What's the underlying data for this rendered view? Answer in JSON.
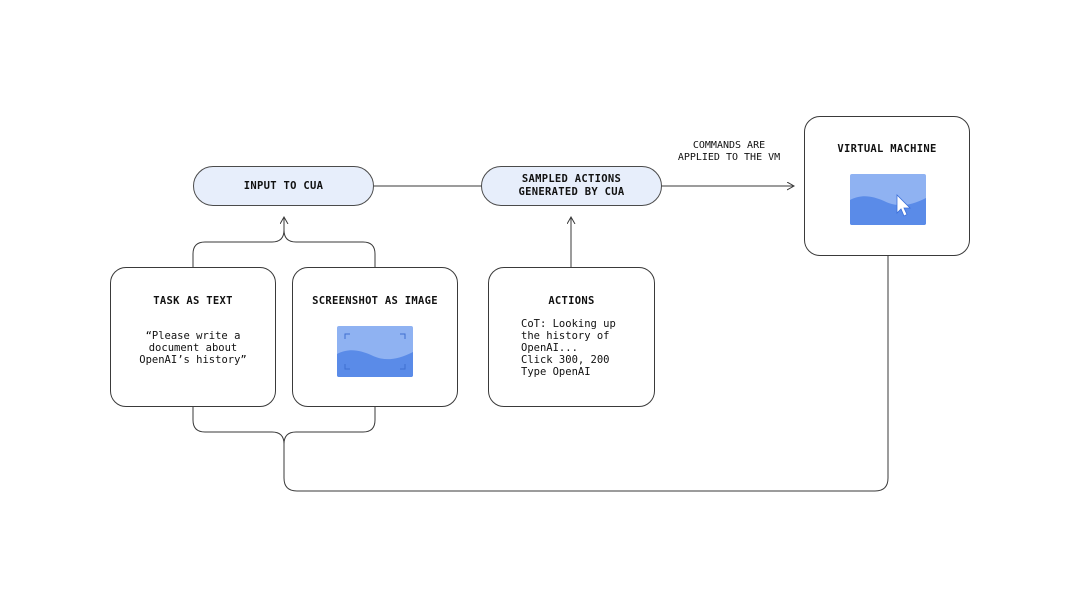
{
  "diagram": {
    "input_node": {
      "label": "INPUT TO CUA"
    },
    "actions_node": {
      "label": "SAMPLED ACTIONS\nGENERATED BY CUA"
    },
    "commands_label": "COMMANDS ARE\nAPPLIED TO THE VM",
    "virtual_machine": {
      "title": "VIRTUAL MACHINE",
      "image_icon": "screen-with-cursor-icon"
    },
    "task_box": {
      "title": "TASK AS TEXT",
      "text": "“Please write a\ndocument about\nOpenAI’s history”"
    },
    "screenshot_box": {
      "title": "SCREENSHOT AS IMAGE",
      "image_icon": "screenshot-image-icon"
    },
    "actions_box": {
      "title": "ACTIONS",
      "text": "CoT: Looking up\nthe history of\nOpenAI...\nClick 300, 200\nType OpenAI"
    }
  },
  "colors": {
    "pill_fill": "#e7eefb",
    "image_light": "#8fb2f2",
    "image_dark": "#5a8be8",
    "stroke": "#3a3a3a"
  }
}
